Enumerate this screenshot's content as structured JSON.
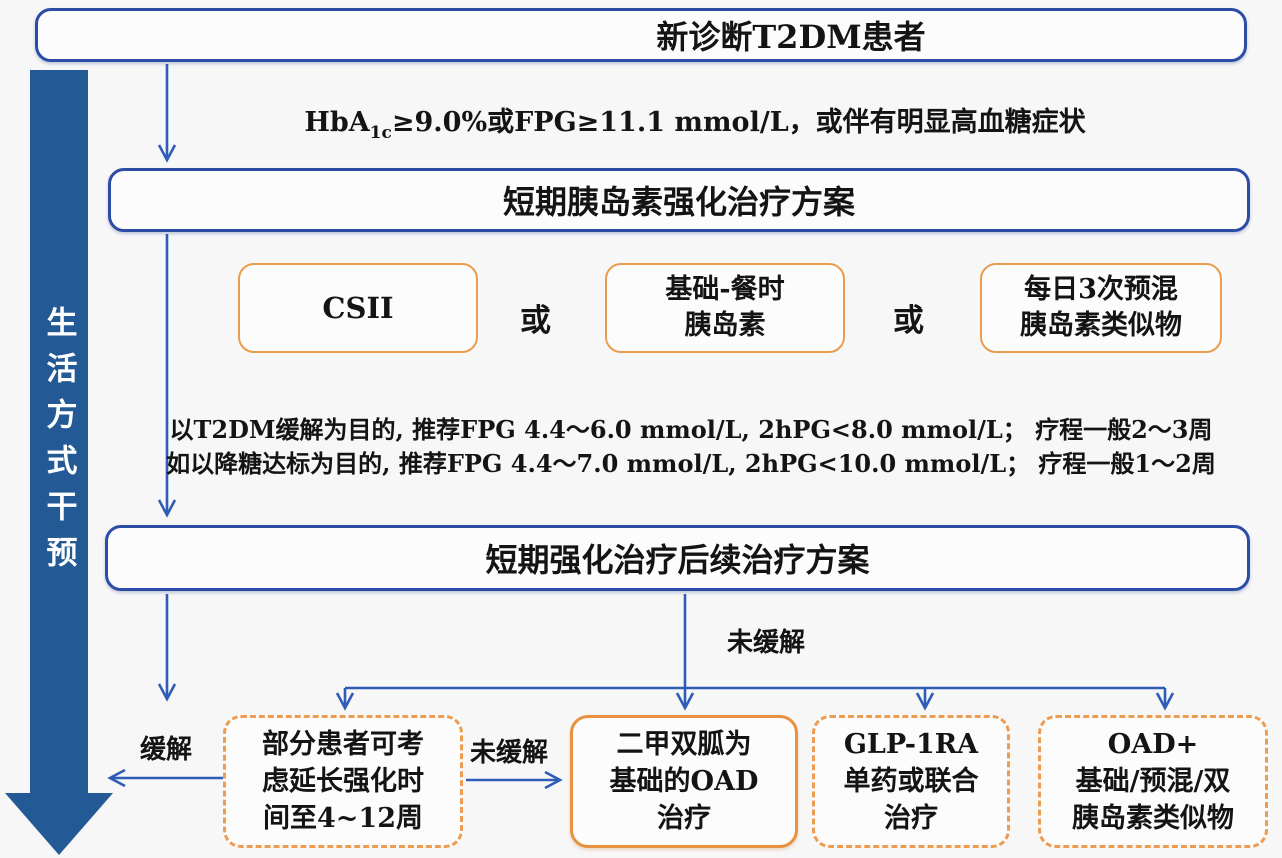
{
  "colors": {
    "background": "#f7f7f7",
    "navy_arrow": "#235a96",
    "blue_box_border": "#2b4da5",
    "connector_blue": "#2e5cb7",
    "orange_border": "#e99c4e",
    "text": "#141414"
  },
  "lifestyle": {
    "label": "生活方式干预"
  },
  "top_box": {
    "label": "新诊断T2DM患者"
  },
  "criteria": {
    "hba": "HbA",
    "sub": "1c",
    "rest": "≥9.0%或FPG≥11.1 mmol/L，或伴有明显高血糖症状"
  },
  "intensive_box": {
    "label": "短期胰岛素强化治疗方案"
  },
  "options": {
    "or": "或",
    "items": [
      {
        "lines": [
          "CSII"
        ]
      },
      {
        "lines": [
          "基础-餐时",
          "胰岛素"
        ]
      },
      {
        "lines": [
          "每日3次预混",
          "胰岛素类似物"
        ]
      }
    ]
  },
  "notes": {
    "line1": "以T2DM缓解为目的, 推荐FPG 4.4～6.0 mmol/L, 2hPG<8.0 mmol/L； 疗程一般2～3周",
    "line2": "如以降糖达标为目的, 推荐FPG 4.4～7.0 mmol/L, 2hPG<10.0 mmol/L； 疗程一般1～2周"
  },
  "followup_box": {
    "label": "短期强化治疗后续治疗方案"
  },
  "labels": {
    "not_remission_top": "未缓解",
    "remission": "缓解",
    "not_remission_mid": "未缓解"
  },
  "bottom_boxes": [
    {
      "style": "dashed",
      "lines": [
        "部分患者可考",
        "虑延长强化时",
        "间至4~12周"
      ]
    },
    {
      "style": "solid",
      "lines": [
        "二甲双胍为",
        "基础的OAD",
        "治疗"
      ]
    },
    {
      "style": "dashed",
      "lines": [
        "GLP-1RA",
        "单药或联合",
        "治疗"
      ]
    },
    {
      "style": "dashed",
      "lines": [
        "OAD+",
        "基础/预混/双",
        "胰岛素类似物"
      ]
    }
  ]
}
